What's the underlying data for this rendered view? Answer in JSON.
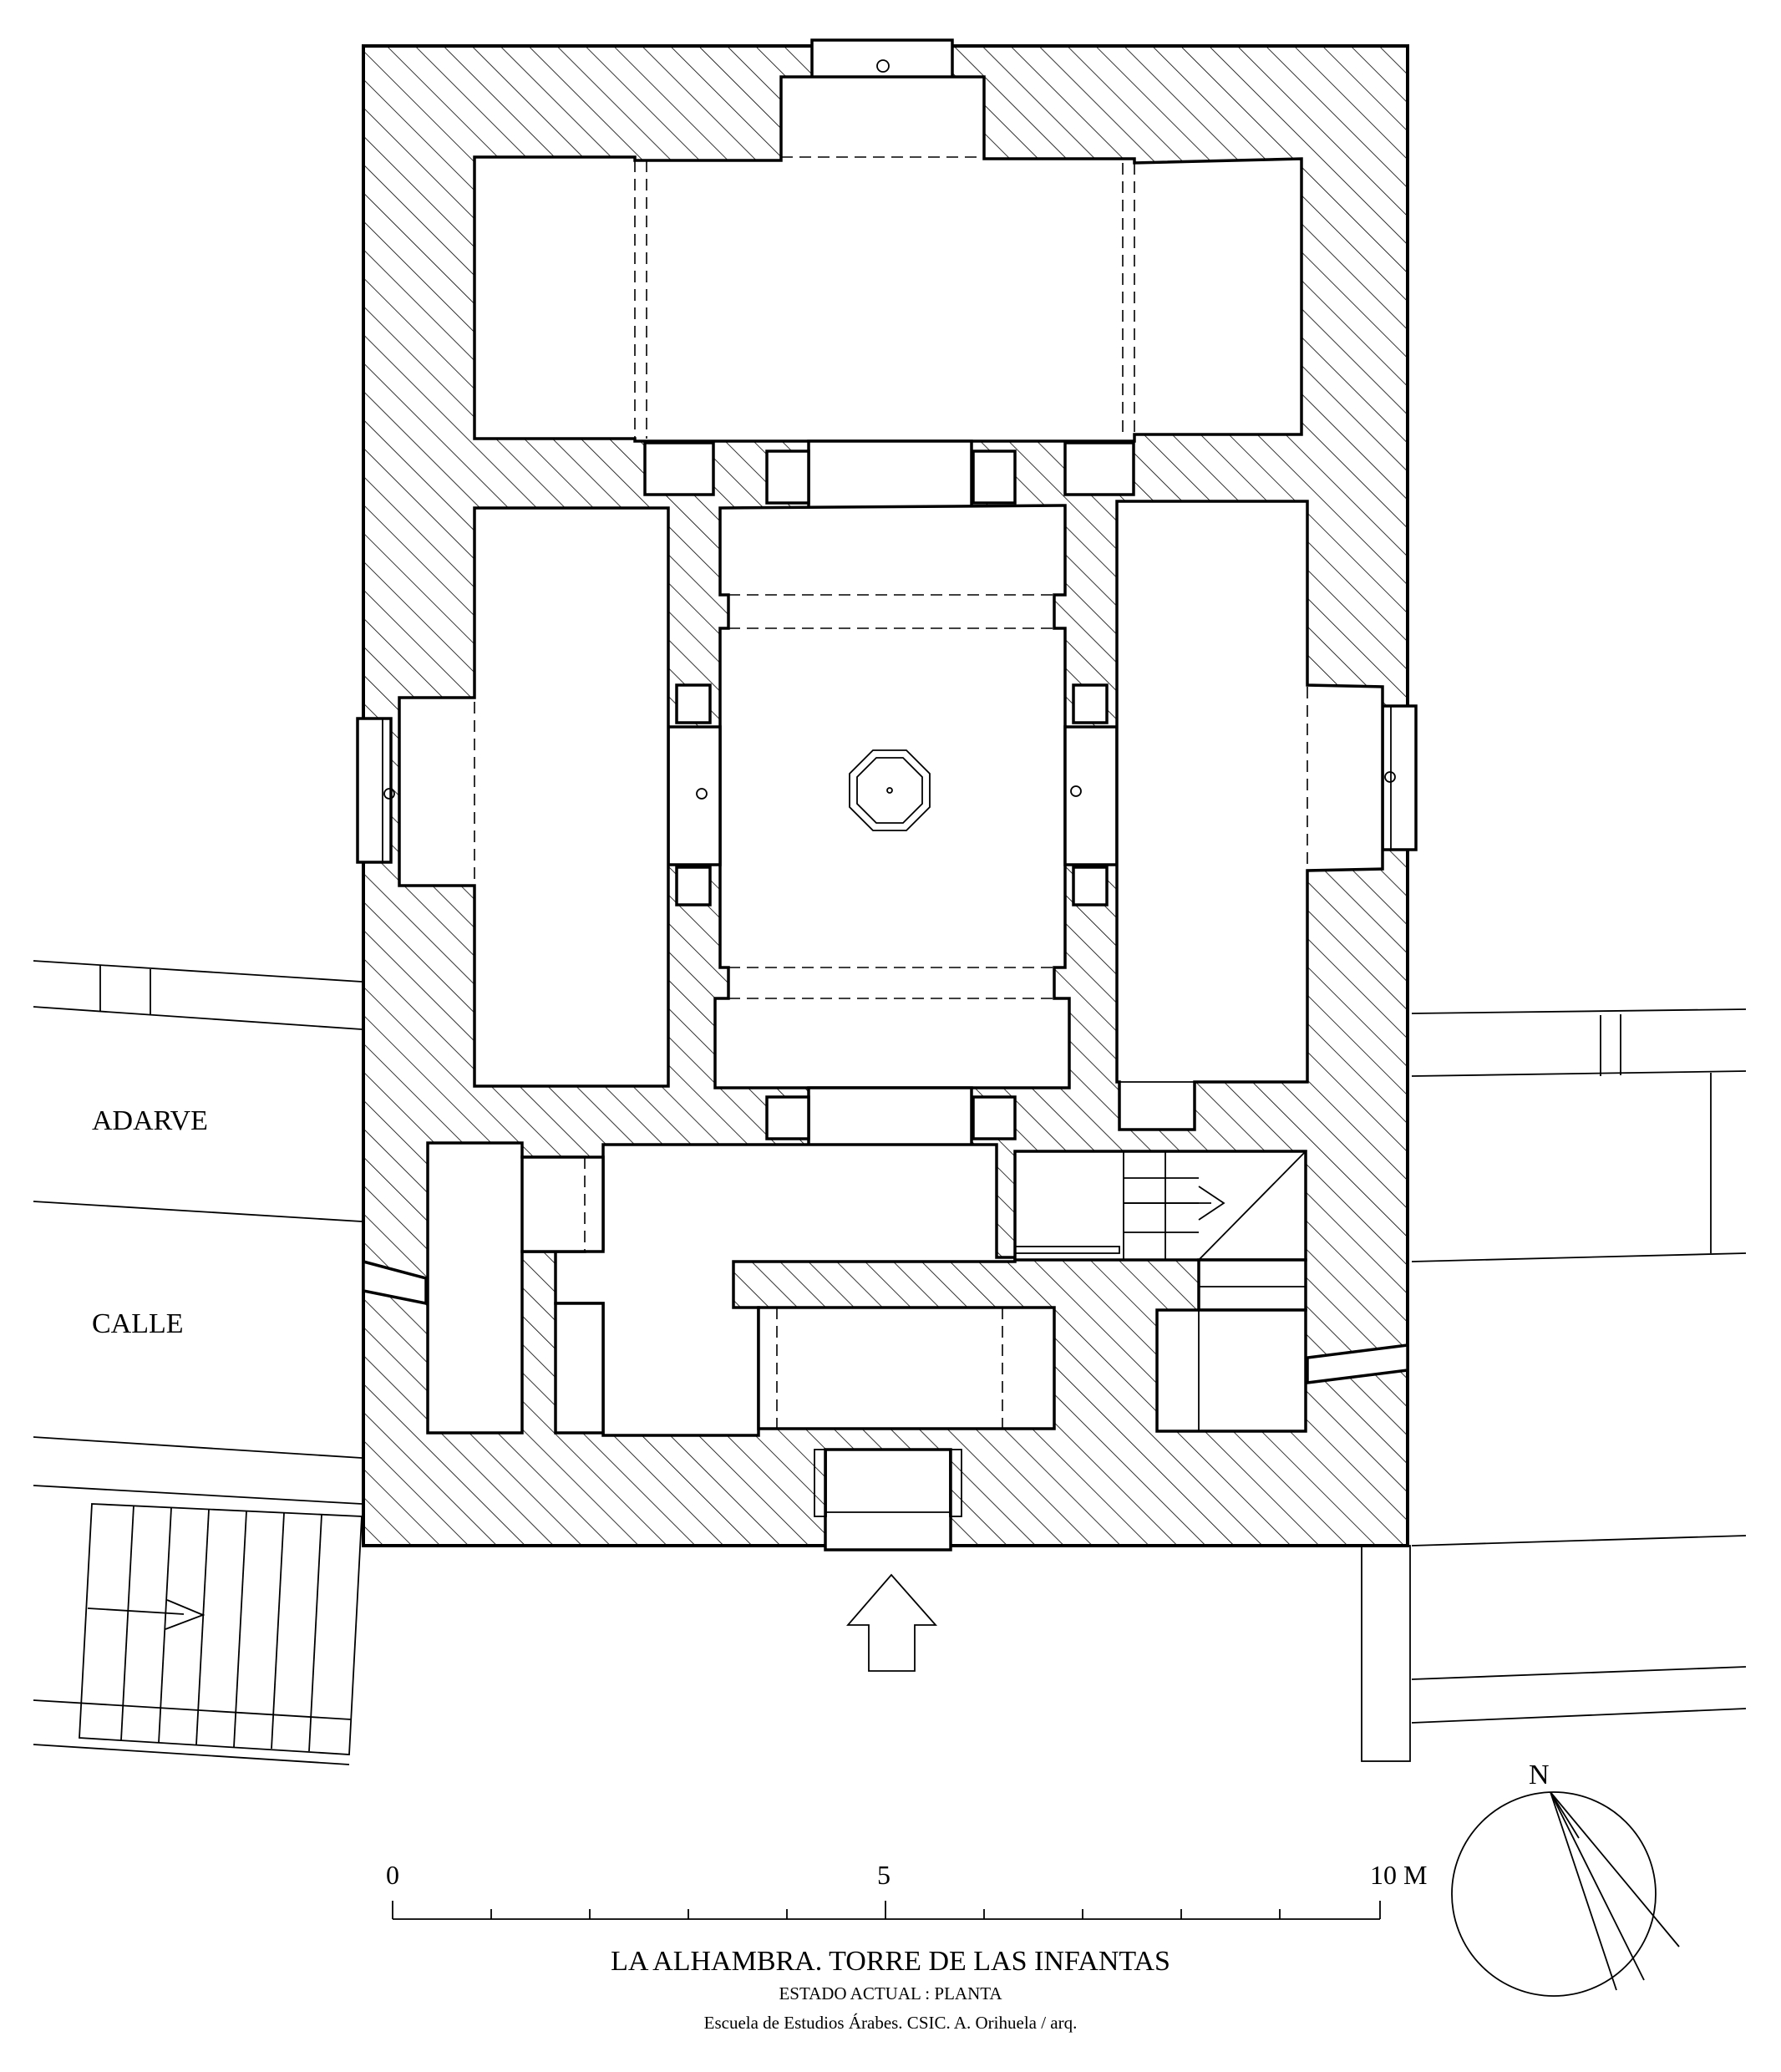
{
  "labels": {
    "adarve": "ADARVE",
    "calle": "CALLE",
    "north": "N"
  },
  "scale": {
    "ticks": [
      "0",
      "5",
      "10 M"
    ]
  },
  "title": {
    "main": "LA ALHAMBRA. TORRE DE LAS INFANTAS",
    "sub": "ESTADO ACTUAL : PLANTA",
    "credit": "Escuela de Estudios Árabes. CSIC.  A. Orihuela / arq."
  },
  "colors": {
    "ink": "#000000",
    "paper": "#ffffff"
  },
  "icons": {
    "entrance": "entrance-arrow-icon",
    "north": "north-compass-icon",
    "fountain": "octagonal-fountain-icon"
  }
}
